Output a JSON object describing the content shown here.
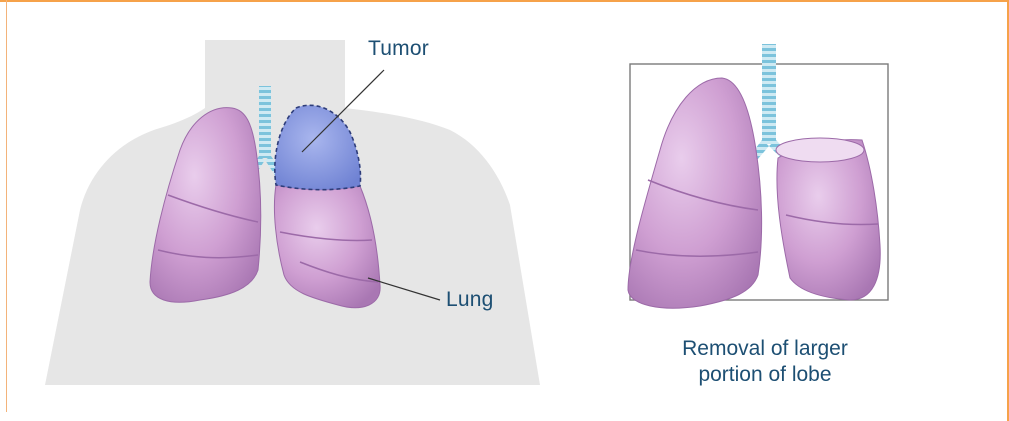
{
  "labels": {
    "tumor": "Tumor",
    "lung": "Lung"
  },
  "caption": {
    "line1": "Removal of larger",
    "line2": "portion of lobe"
  },
  "colors": {
    "frame_accent": "#f6a24a",
    "text": "#1d4f73",
    "silhouette": "#e6e6e6",
    "lung_fill": "#cf9fd2",
    "tumor_fill": "#7f93dd",
    "trachea": "#9fd4e8"
  }
}
